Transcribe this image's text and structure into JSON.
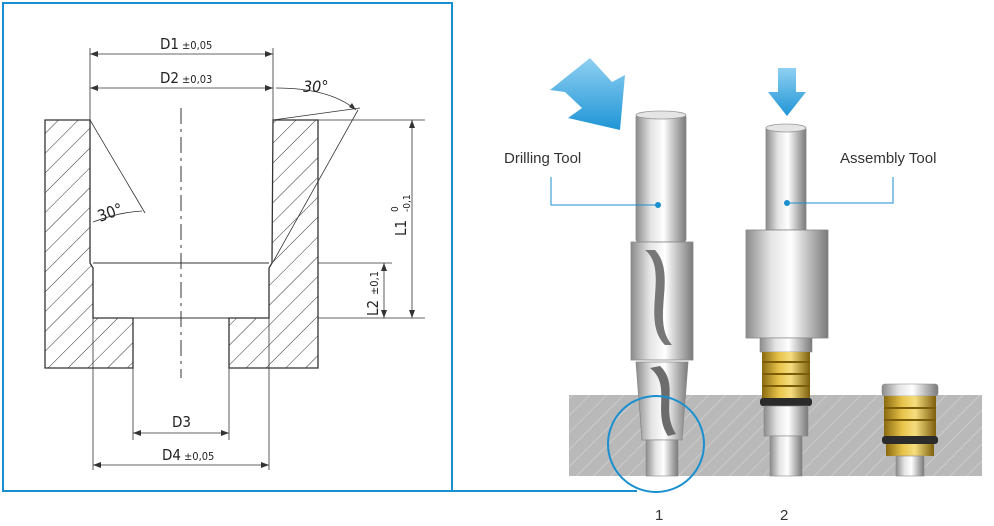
{
  "drawing": {
    "d1": "D1",
    "d1_tol": "±0,05",
    "d2": "D2",
    "d2_tol": "±0,03",
    "d3": "D3",
    "d4": "D4",
    "d4_tol": "±0,05",
    "l1": "L1",
    "l1_tol_upper": "0",
    "l1_tol_lower": "-0,1",
    "l2": "L2",
    "l2_tol": "±0,1",
    "angle_top": "30°",
    "angle_inner": "30°"
  },
  "tools": {
    "drilling_label": "Drilling Tool",
    "assembly_label": "Assembly Tool",
    "step1": "1",
    "step2": "2"
  },
  "colors": {
    "frame": "#1a8fd0",
    "arrow": "#35a8e0",
    "hatch": "#333333",
    "brass": "#c9a227"
  }
}
